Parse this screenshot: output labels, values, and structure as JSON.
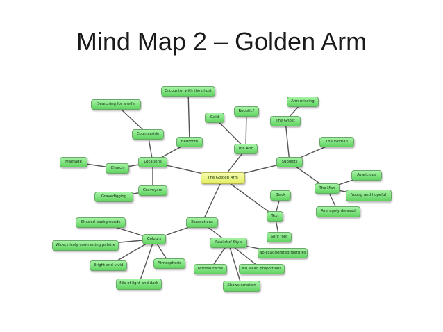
{
  "slide": {
    "title": "Mind Map 2 – Golden Arm"
  },
  "colors": {
    "node_fill": "#7ee07e",
    "center_fill": "#eef58a",
    "link": "#555555"
  },
  "nodes": {
    "center": "The Golden Arm",
    "locations": "Locations",
    "countryside": "Countryside",
    "searching": "Searching for a wife",
    "bedroom": "Bedroom",
    "encounter": "Encounter with the ghost",
    "church": "Church",
    "marriage": "Marriage",
    "graveyard": "Graveyard",
    "gravedigging": "Gravedigging",
    "the_arm": "The Arm",
    "gold": "Gold",
    "robotic": "Robotic?",
    "subjects": "Subjects",
    "the_ghost": "The Ghost",
    "arm_missing": "Arm missing",
    "the_woman": "The Woman",
    "the_man": "The Man",
    "avaricious": "Avaricious",
    "young_hopeful": "Young and hopeful",
    "averagely_dressed": "Averagely dressed",
    "text": "Text",
    "black": "Black",
    "serif_font": "Serif font",
    "illustrations": "Illustrations",
    "colours": "Colours",
    "shaded": "Shaded backgrounds",
    "wide_palette": "Wide, nicely contrasting palette",
    "bright": "Bright and vivid",
    "mix": "Mix of light and dark",
    "atmospheric": "Atmospheric",
    "realistic": "'Realistic' Style",
    "no_exaggerated": "No exaggerated features",
    "normal_faces": "Normal Faces",
    "no_weird": "No weird proportions",
    "shows_emotion": "Shows emotion"
  },
  "links": [
    [
      "center",
      "locations"
    ],
    [
      "center",
      "subjects"
    ],
    [
      "center",
      "the_arm"
    ],
    [
      "center",
      "illustrations"
    ],
    [
      "center",
      "text"
    ],
    [
      "locations",
      "countryside"
    ],
    [
      "countryside",
      "searching"
    ],
    [
      "locations",
      "bedroom"
    ],
    [
      "bedroom",
      "encounter"
    ],
    [
      "locations",
      "church"
    ],
    [
      "church",
      "marriage"
    ],
    [
      "locations",
      "graveyard"
    ],
    [
      "graveyard",
      "gravedigging"
    ],
    [
      "the_arm",
      "gold"
    ],
    [
      "the_arm",
      "robotic"
    ],
    [
      "subjects",
      "the_ghost"
    ],
    [
      "the_ghost",
      "arm_missing"
    ],
    [
      "subjects",
      "the_woman"
    ],
    [
      "subjects",
      "the_man"
    ],
    [
      "the_man",
      "avaricious"
    ],
    [
      "the_man",
      "young_hopeful"
    ],
    [
      "the_man",
      "averagely_dressed"
    ],
    [
      "text",
      "black"
    ],
    [
      "text",
      "serif_font"
    ],
    [
      "illustrations",
      "colours"
    ],
    [
      "illustrations",
      "realistic"
    ],
    [
      "colours",
      "shaded"
    ],
    [
      "colours",
      "wide_palette"
    ],
    [
      "colours",
      "bright"
    ],
    [
      "colours",
      "mix"
    ],
    [
      "colours",
      "atmospheric"
    ],
    [
      "realistic",
      "no_exaggerated"
    ],
    [
      "realistic",
      "normal_faces"
    ],
    [
      "realistic",
      "no_weird"
    ],
    [
      "realistic",
      "shows_emotion"
    ]
  ]
}
